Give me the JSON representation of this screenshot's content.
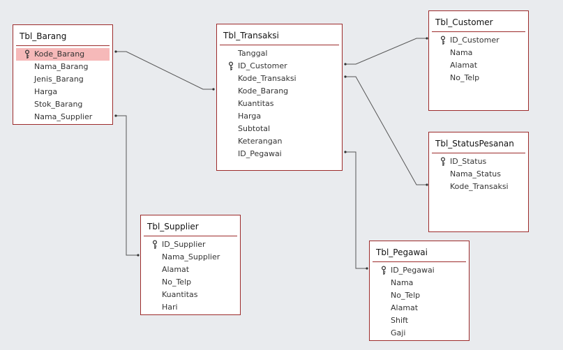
{
  "tables": {
    "barang": {
      "title": "Tbl_Barang",
      "fields": [
        {
          "name": "Kode_Barang",
          "key": true,
          "selected": true
        },
        {
          "name": "Nama_Barang"
        },
        {
          "name": "Jenis_Barang"
        },
        {
          "name": "Harga"
        },
        {
          "name": "Stok_Barang"
        },
        {
          "name": "Nama_Supplier"
        }
      ]
    },
    "transaksi": {
      "title": "Tbl_Transaksi",
      "fields": [
        {
          "name": "Tanggal"
        },
        {
          "name": "ID_Customer",
          "key": true
        },
        {
          "name": "Kode_Transaksi"
        },
        {
          "name": "Kode_Barang"
        },
        {
          "name": "Kuantitas"
        },
        {
          "name": "Harga"
        },
        {
          "name": "Subtotal"
        },
        {
          "name": "Keterangan"
        },
        {
          "name": "ID_Pegawai"
        }
      ]
    },
    "customer": {
      "title": "Tbl_Customer",
      "fields": [
        {
          "name": "ID_Customer",
          "key": true
        },
        {
          "name": "Nama"
        },
        {
          "name": "Alamat"
        },
        {
          "name": "No_Telp"
        }
      ]
    },
    "statuspesanan": {
      "title": "Tbl_StatusPesanan",
      "fields": [
        {
          "name": "ID_Status",
          "key": true
        },
        {
          "name": "Nama_Status"
        },
        {
          "name": "Kode_Transaksi"
        }
      ]
    },
    "supplier": {
      "title": "Tbl_Supplier",
      "fields": [
        {
          "name": "ID_Supplier",
          "key": true
        },
        {
          "name": "Nama_Supplier"
        },
        {
          "name": "Alamat"
        },
        {
          "name": "No_Telp"
        },
        {
          "name": "Kuantitas"
        },
        {
          "name": "Hari"
        }
      ]
    },
    "pegawai": {
      "title": "Tbl_Pegawai",
      "fields": [
        {
          "name": "ID_Pegawai",
          "key": true
        },
        {
          "name": "Nama"
        },
        {
          "name": "No_Telp"
        },
        {
          "name": "Alamat"
        },
        {
          "name": "Shift"
        },
        {
          "name": "Gaji"
        }
      ]
    }
  },
  "relationships": [
    {
      "from": "barang.Kode_Barang",
      "to": "transaksi.Kode_Barang"
    },
    {
      "from": "transaksi.ID_Customer",
      "to": "customer.ID_Customer"
    },
    {
      "from": "transaksi.Kode_Transaksi",
      "to": "statuspesanan.Kode_Transaksi"
    },
    {
      "from": "transaksi.ID_Pegawai",
      "to": "pegawai.ID_Pegawai"
    },
    {
      "from": "barang.Nama_Supplier",
      "to": "supplier.Nama_Supplier"
    }
  ],
  "colors": {
    "background": "#e9ebee",
    "border": "#9c2a2a",
    "selected": "#f6b9b9",
    "line": "#555555"
  }
}
